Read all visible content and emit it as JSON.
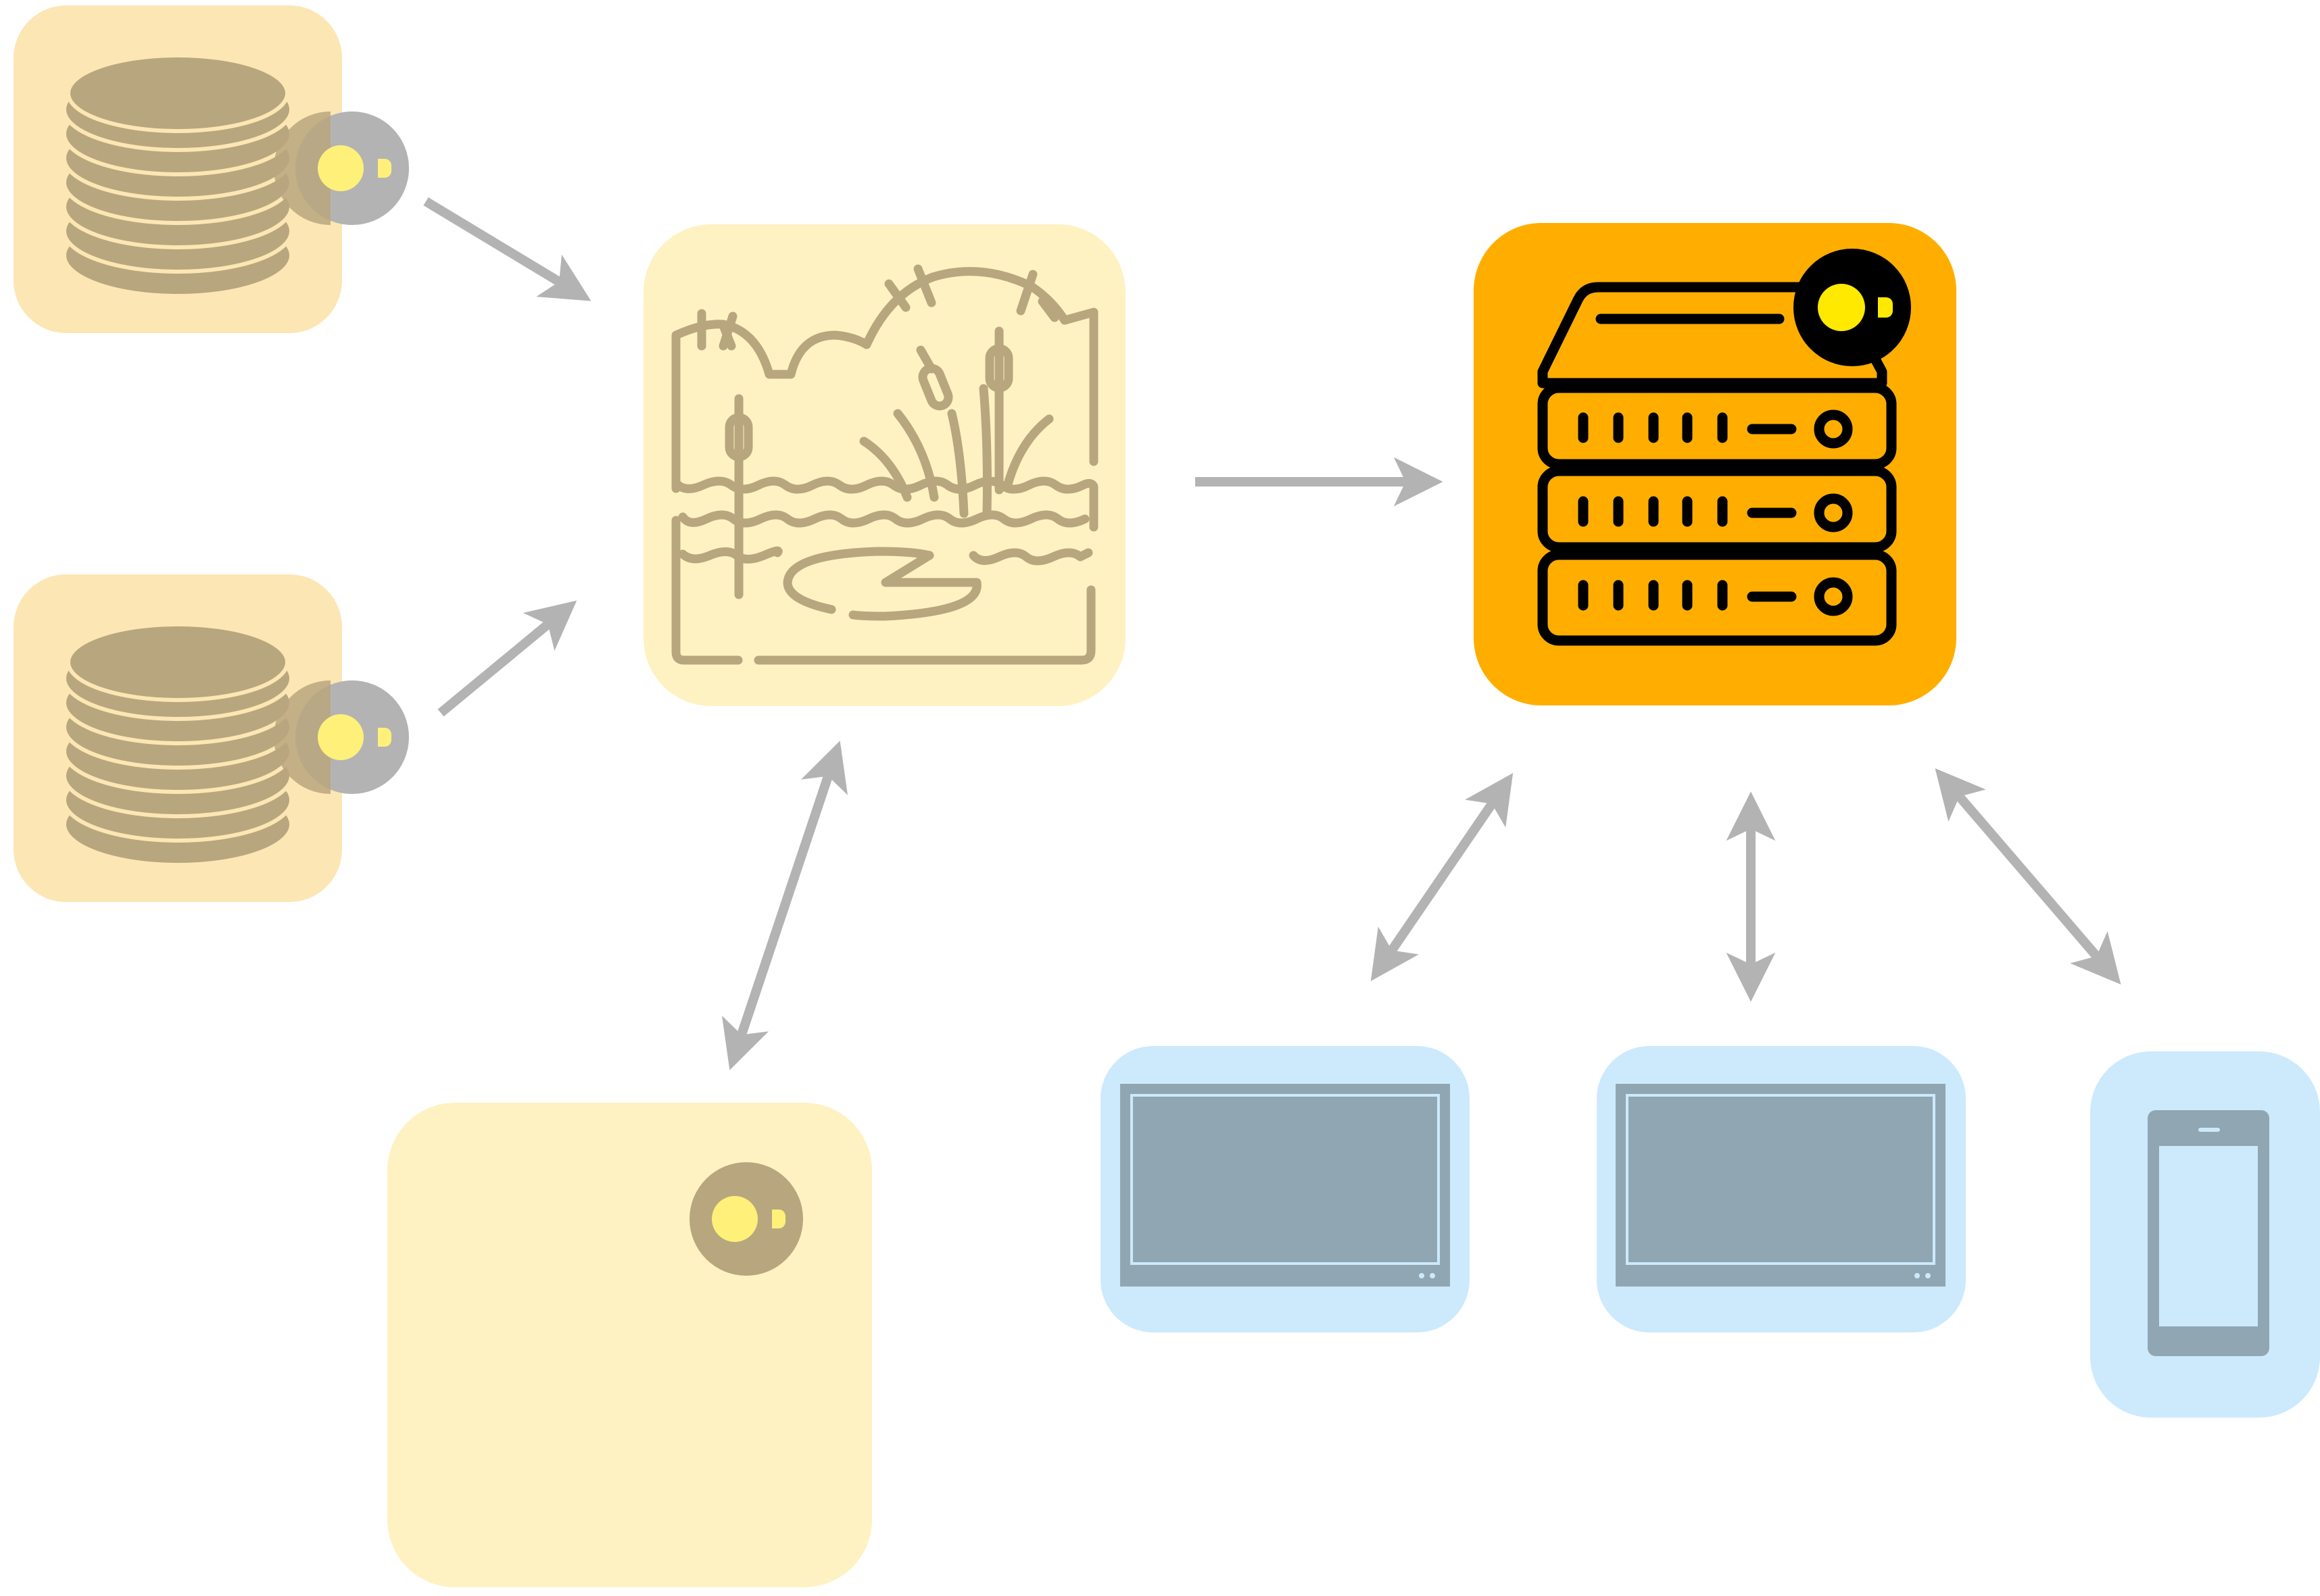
{
  "diagram": {
    "nodes": [
      {
        "id": "database-source-1",
        "icon": "database-stack-icon",
        "badge": "toggle-badge-icon"
      },
      {
        "id": "database-source-2",
        "icon": "database-stack-icon",
        "badge": "toggle-badge-icon"
      },
      {
        "id": "data-lake",
        "icon": "lake-landscape-icon"
      },
      {
        "id": "server",
        "icon": "server-rack-icon",
        "badge": "toggle-badge-icon"
      },
      {
        "id": "blank-panel",
        "badge": "toggle-badge-icon"
      },
      {
        "id": "monitor-1",
        "icon": "monitor-icon"
      },
      {
        "id": "monitor-2",
        "icon": "monitor-icon"
      },
      {
        "id": "phone",
        "icon": "smartphone-icon"
      }
    ],
    "edges": [
      {
        "from": "database-source-1",
        "to": "data-lake",
        "type": "one-way"
      },
      {
        "from": "database-source-2",
        "to": "data-lake",
        "type": "one-way"
      },
      {
        "from": "data-lake",
        "to": "server",
        "type": "one-way"
      },
      {
        "from": "data-lake",
        "to": "blank-panel",
        "type": "two-way"
      },
      {
        "from": "server",
        "to": "monitor-1",
        "type": "two-way"
      },
      {
        "from": "server",
        "to": "monitor-2",
        "type": "two-way"
      },
      {
        "from": "server",
        "to": "phone",
        "type": "two-way"
      }
    ]
  },
  "colors": {
    "database_tile": "#FCE6B4",
    "database_fill": "#B8A67E",
    "lake_tile": "#FEF2C2",
    "lake_stroke": "#B8A67E",
    "server_tile": "#FFAE00",
    "server_stroke": "#000000",
    "panel_tile": "#FEF2C2",
    "device_tile": "#CCEAFC",
    "device_fill": "#91A6B3",
    "arrow": "#B3B3B3",
    "badge_gray": "#B3B3B3",
    "badge_olive": "#B8A67E",
    "badge_black": "#000000",
    "badge_dot": "#FFF07A",
    "badge_dot_bright": "#FFE900"
  }
}
